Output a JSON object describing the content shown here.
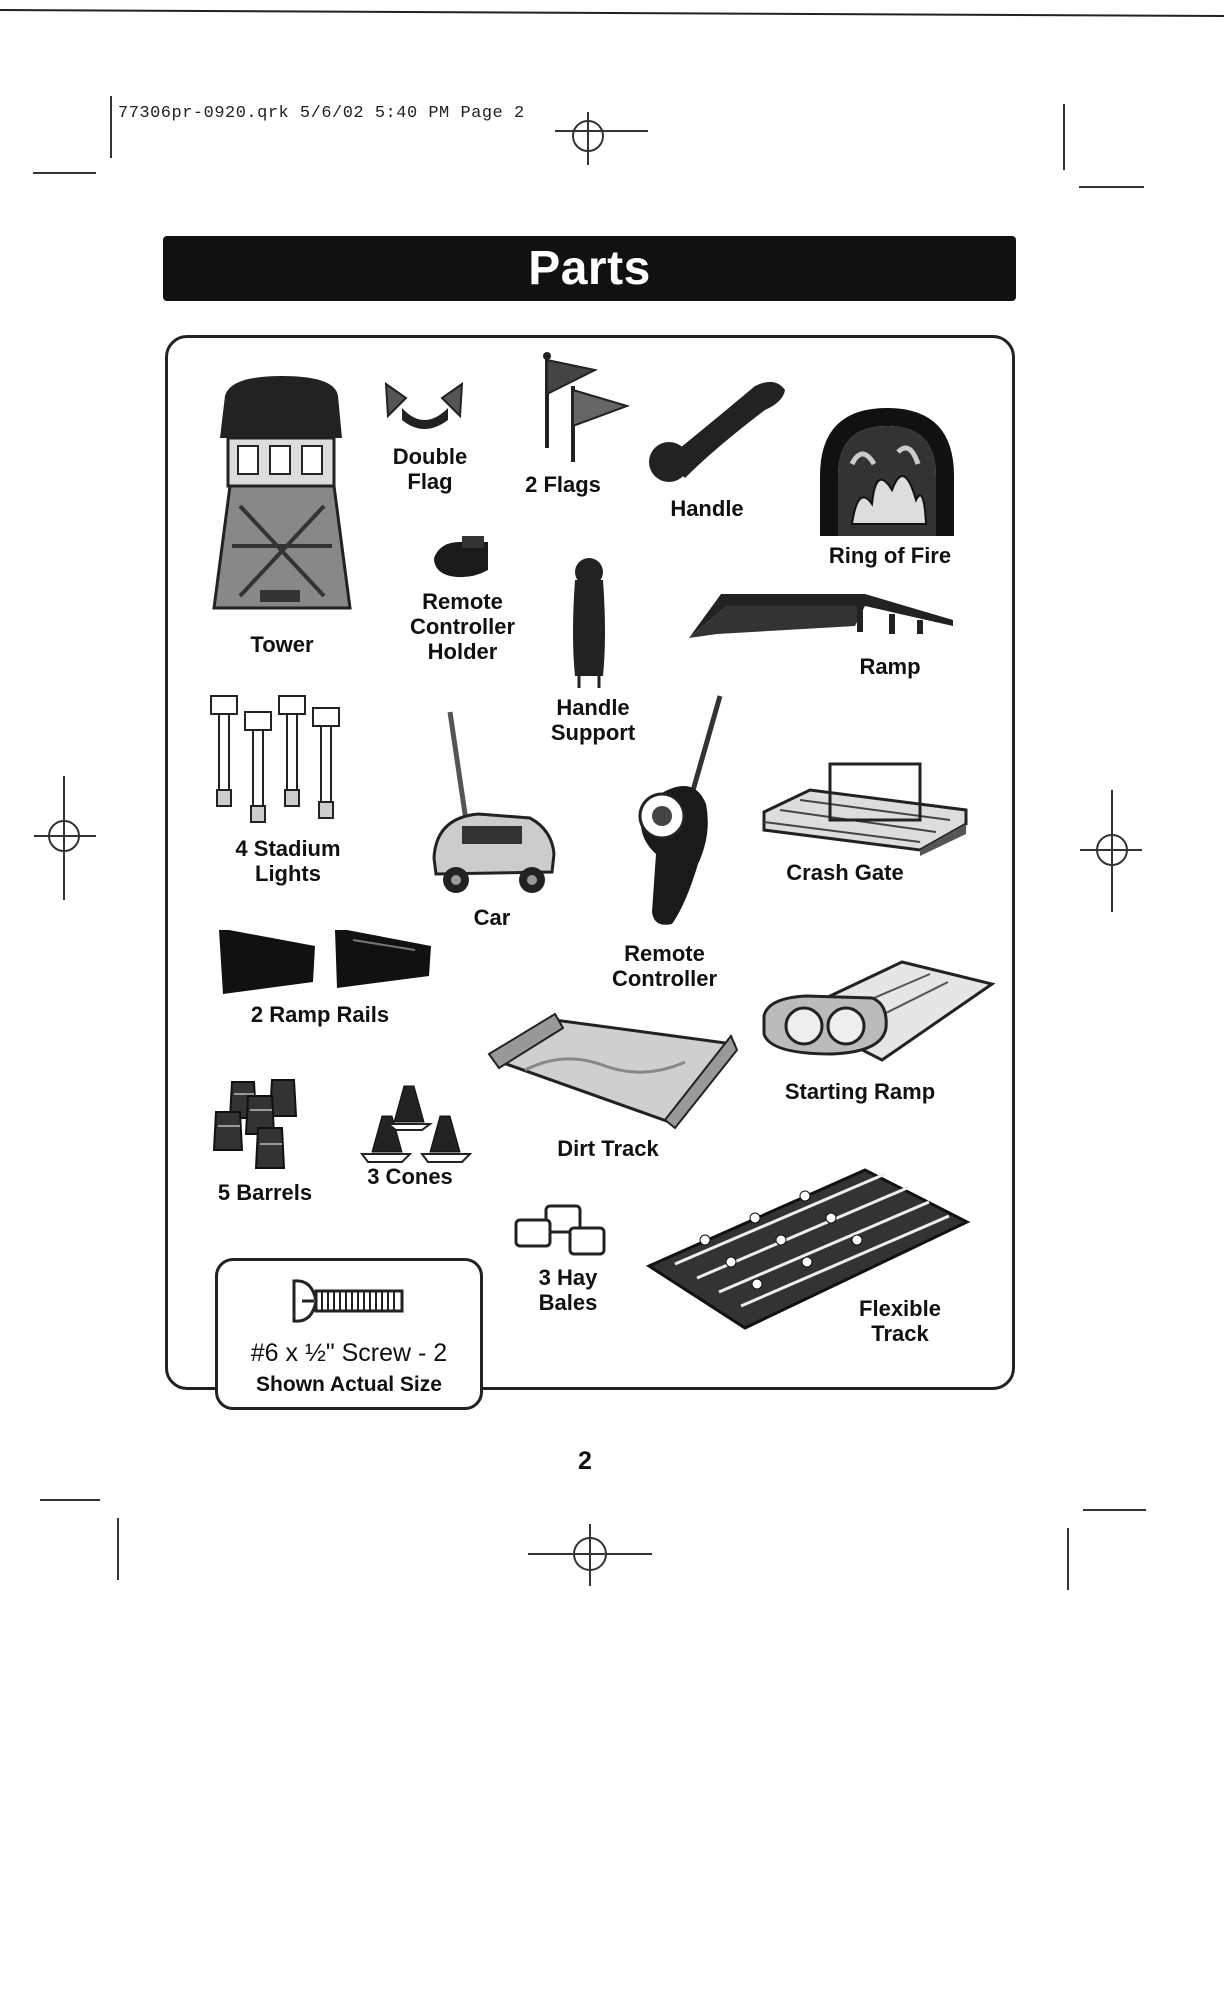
{
  "header": {
    "file_info": "77306pr-0920.qrk  5/6/02  5:40 PM  Page 2"
  },
  "title": "Parts",
  "parts": {
    "tower": "Tower",
    "double_flag": "Double Flag",
    "two_flags": "2 Flags",
    "handle": "Handle",
    "ring_of_fire": "Ring of Fire",
    "remote_holder": "Remote Controller Holder",
    "handle_support": "Handle Support",
    "ramp": "Ramp",
    "stadium_lights": "4 Stadium Lights",
    "car": "Car",
    "remote_controller": "Remote Controller",
    "crash_gate": "Crash Gate",
    "ramp_rails": "2 Ramp Rails",
    "starting_ramp": "Starting Ramp",
    "dirt_track": "Dirt Track",
    "barrels": "5 Barrels",
    "cones": "3 Cones",
    "hay_bales": "3 Hay Bales",
    "flexible_track": "Flexible Track"
  },
  "screw": {
    "label": "#6 x ½\" Screw - 2",
    "note": "Shown Actual Size"
  },
  "page_number": "2"
}
